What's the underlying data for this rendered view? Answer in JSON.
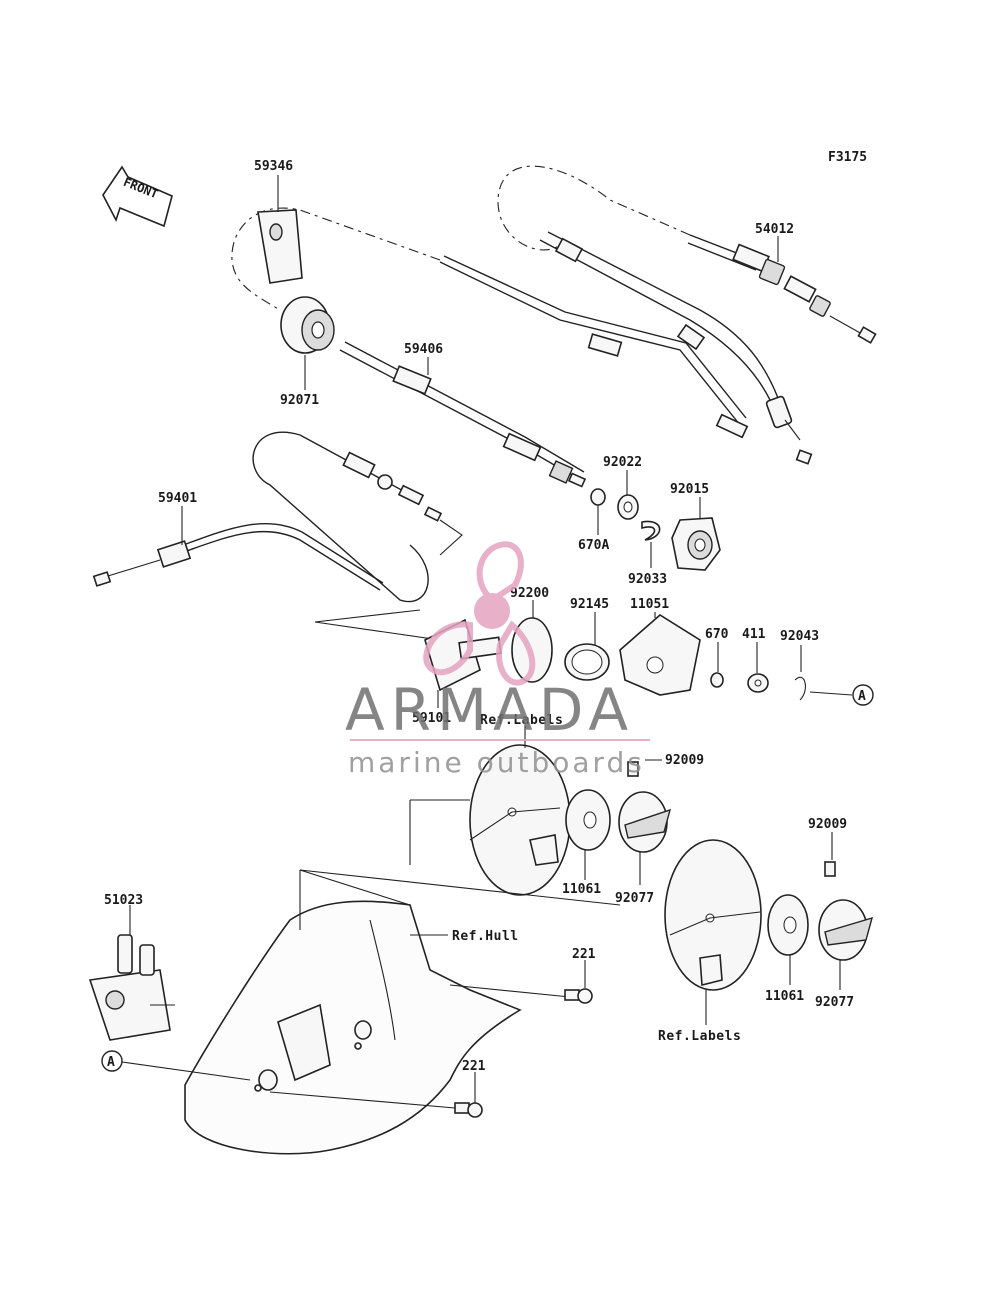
{
  "diagram_code": "F3175",
  "front_label": "FRONT",
  "watermark": {
    "brand": "ARMADA",
    "tagline": "marine outboards",
    "color": "#e6a3c0",
    "text_color": "#707070"
  },
  "part_labels": {
    "p59346": "59346",
    "p54012": "54012",
    "p92071": "92071",
    "p59406": "59406",
    "p59401": "59401",
    "p92022": "92022",
    "p92015": "92015",
    "p670A": "670A",
    "p92033": "92033",
    "p92200": "92200",
    "p92145": "92145",
    "p11051": "11051",
    "p670": "670",
    "p411": "411",
    "p92043": "92043",
    "p59101": "59101",
    "p92009a": "92009",
    "p92009b": "92009",
    "p11061a": "11061",
    "p92077a": "92077",
    "p11061b": "11061",
    "p92077b": "92077",
    "p51023": "51023",
    "p221a": "221",
    "p221b": "221"
  },
  "ref_labels": {
    "labels_top": "Ref.Labels",
    "hull": "Ref.Hull",
    "labels_bottom": "Ref.Labels"
  },
  "connectors": {
    "a_right": "A",
    "a_left": "A"
  }
}
